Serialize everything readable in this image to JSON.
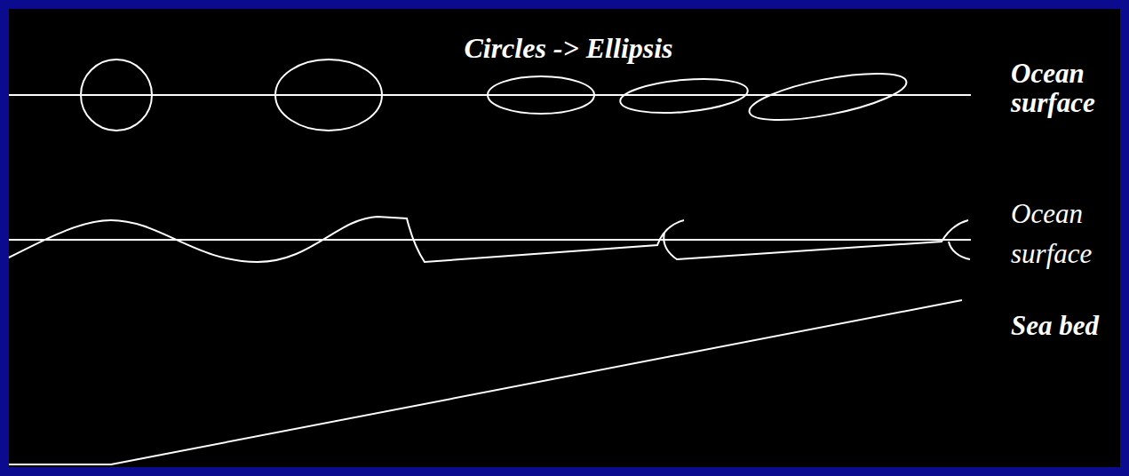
{
  "diagram": {
    "title": "Circles -> Ellipsis",
    "labels": [
      "Ocean surface",
      "Ocean surface",
      "Sea bed"
    ]
  }
}
